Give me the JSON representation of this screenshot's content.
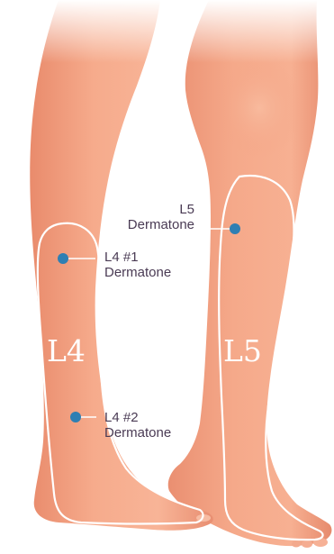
{
  "labels": {
    "l5_dermatone": {
      "line1": "L5",
      "line2": "Dermatone"
    },
    "l4_1_dermatone": {
      "line1": "L4 #1",
      "line2": "Dermatone"
    },
    "l4_2_dermatone": {
      "line1": "L4 #2",
      "line2": "Dermatone"
    }
  },
  "zones": {
    "l4": "L4",
    "l5": "L5"
  },
  "colors": {
    "skin_light": "#f9c2a8",
    "skin_mid": "#f2a384",
    "skin_shadow": "#e47f62",
    "marker": "#2f7fb3",
    "outline": "#ffffff",
    "label_text": "#4a3b54"
  }
}
